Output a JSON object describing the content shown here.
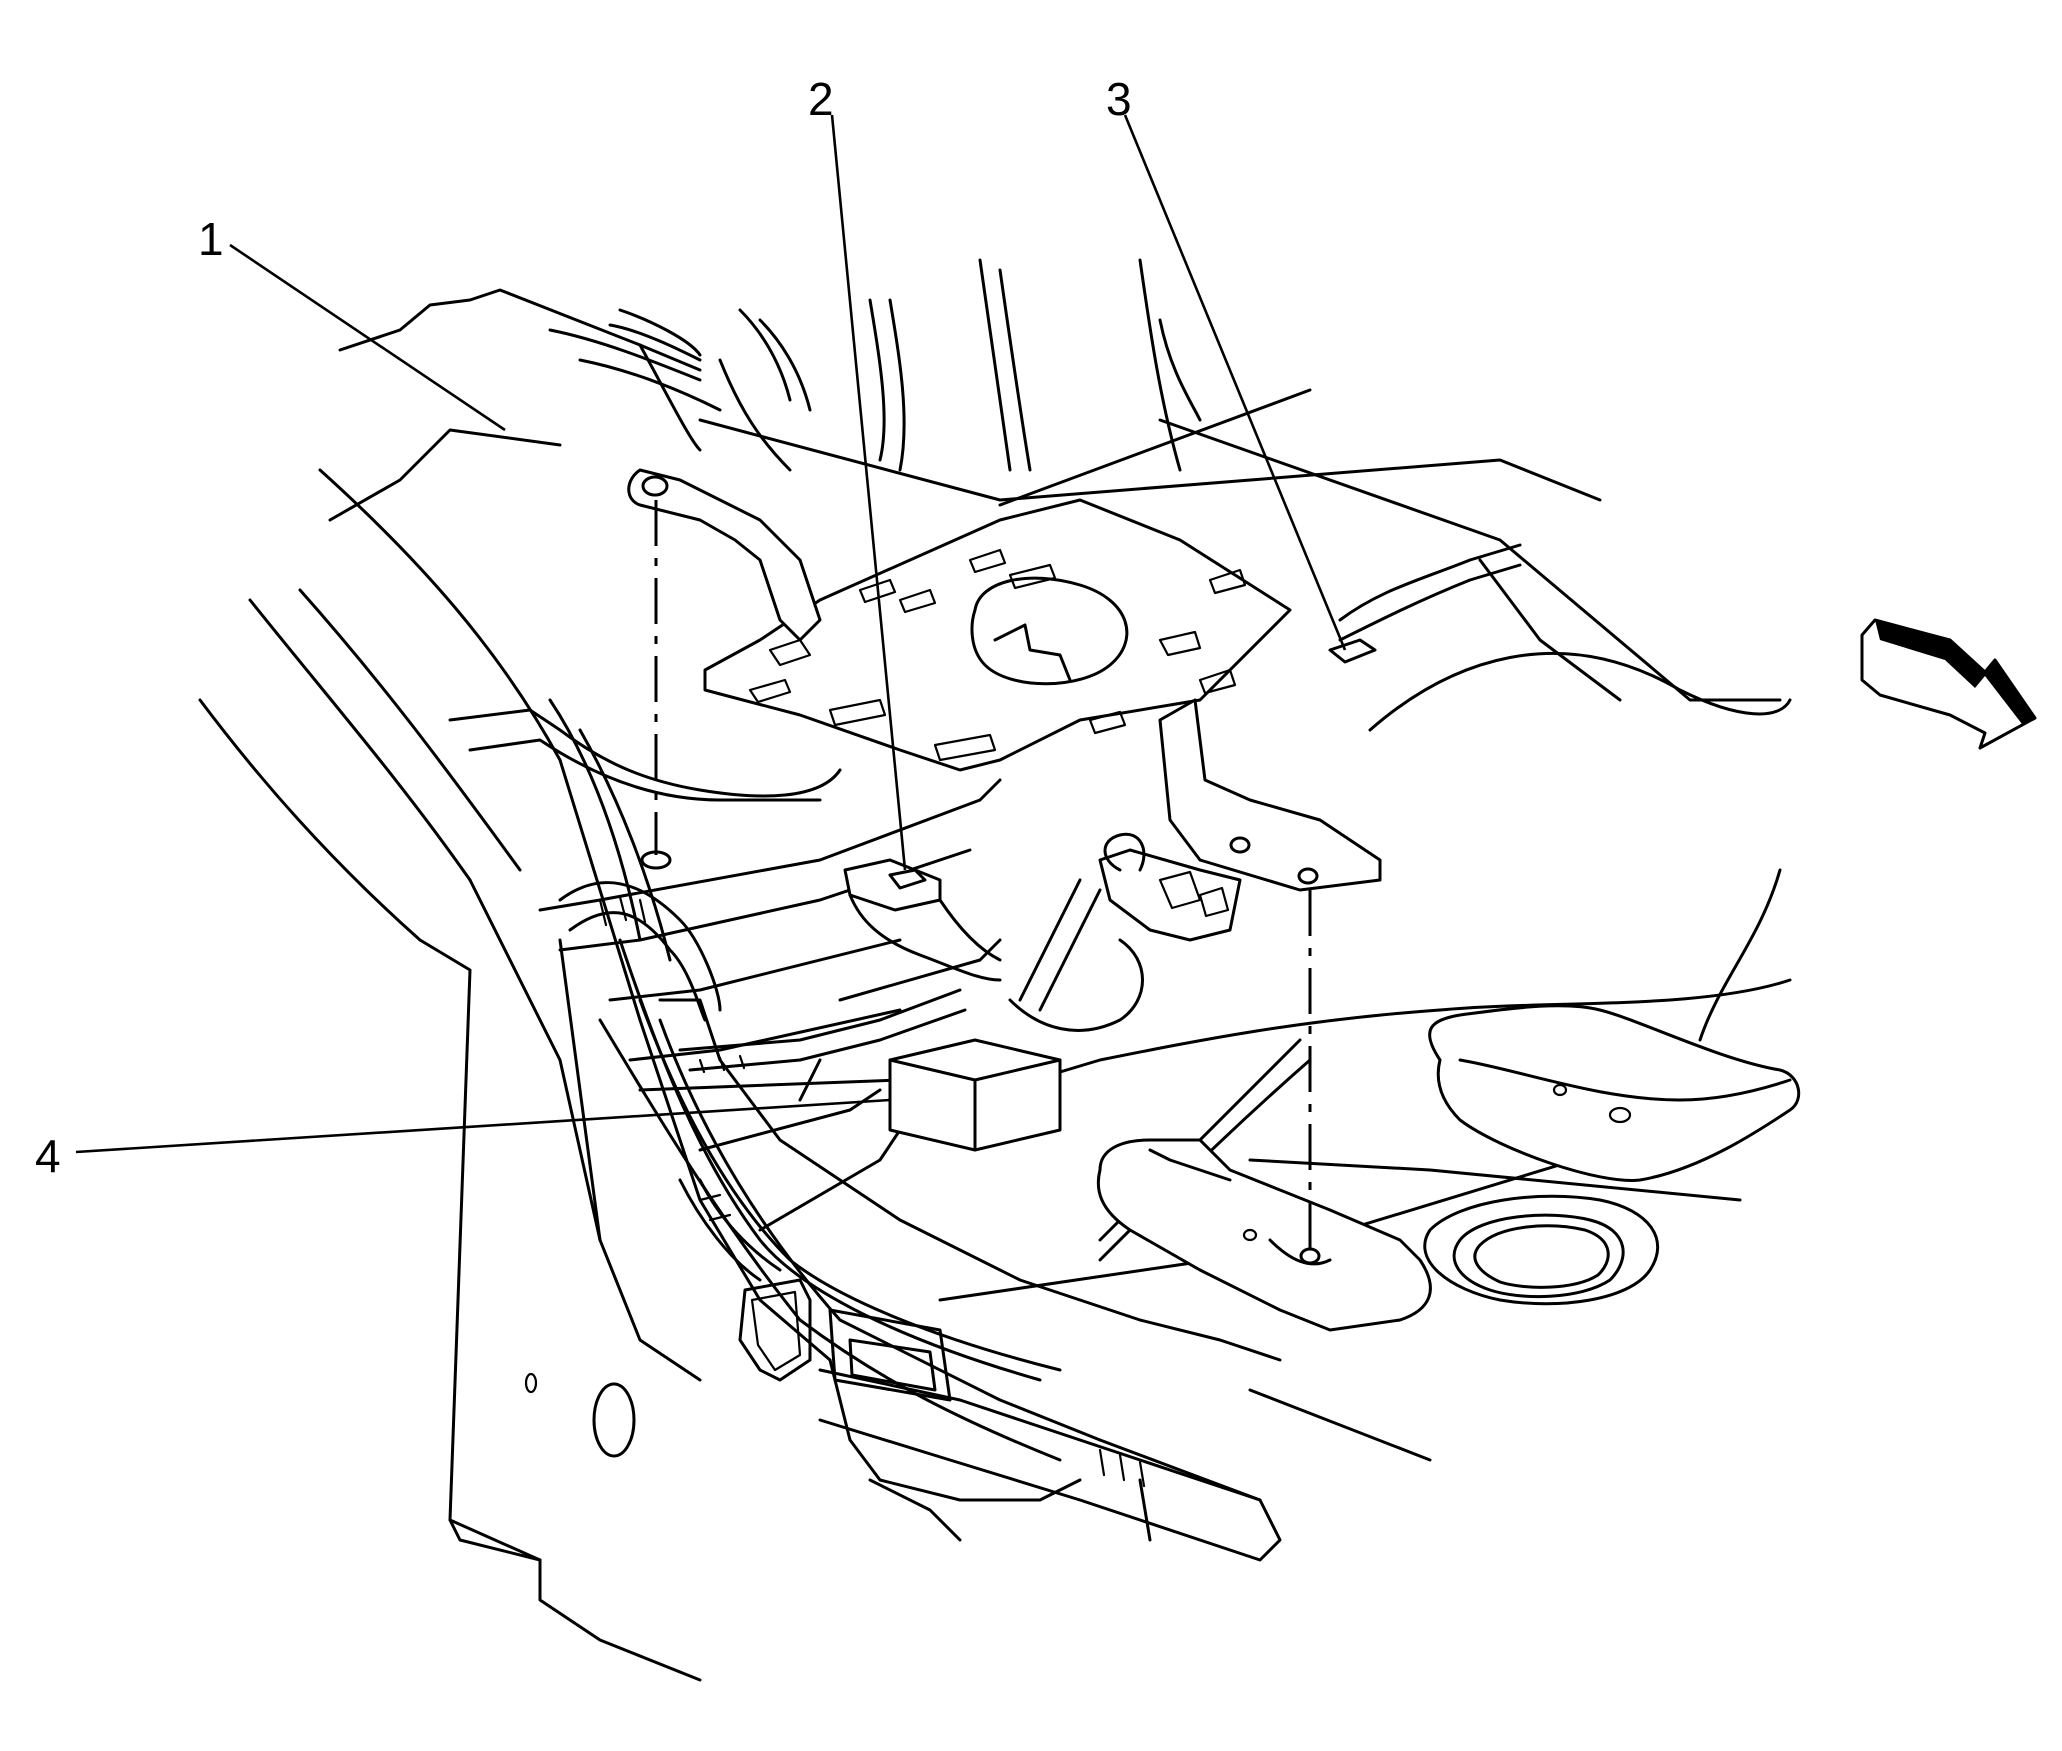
{
  "callouts": [
    {
      "id": "1",
      "label": "1"
    },
    {
      "id": "2",
      "label": "2"
    },
    {
      "id": "3",
      "label": "3"
    },
    {
      "id": "4",
      "label": "4"
    }
  ],
  "icons": {
    "view_direction": "front-arrow-icon"
  }
}
